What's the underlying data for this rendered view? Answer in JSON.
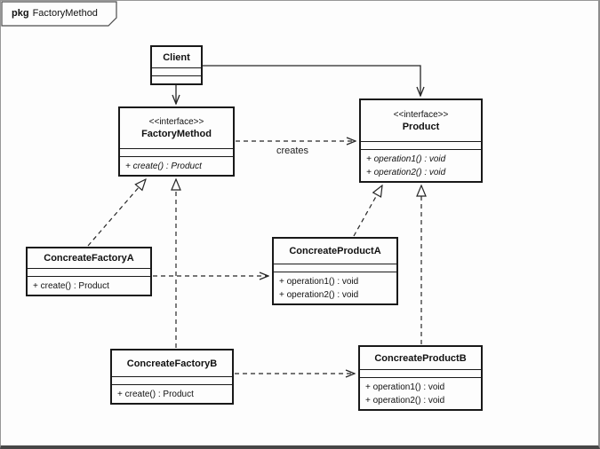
{
  "package": {
    "keyword": "pkg",
    "name": "FactoryMethod"
  },
  "classes": {
    "client": {
      "name": "Client"
    },
    "factory_method": {
      "stereotype": "<<interface>>",
      "name": "FactoryMethod",
      "operations": [
        "+ create() : Product"
      ]
    },
    "product": {
      "stereotype": "<<interface>>",
      "name": "Product",
      "operations": [
        "+ operation1() : void",
        "+ operation2() : void"
      ]
    },
    "concreate_factory_a": {
      "name": "ConcreateFactoryA",
      "operations": [
        "+ create() : Product"
      ]
    },
    "concreate_product_a": {
      "name": "ConcreateProductA",
      "operations": [
        "+ operation1() : void",
        "+ operation2() : void"
      ]
    },
    "concreate_factory_b": {
      "name": "ConcreateFactoryB",
      "operations": [
        "+ create() : Product"
      ]
    },
    "concreate_product_b": {
      "name": "ConcreateProductB",
      "operations": [
        "+ operation1() : void",
        "+ operation2() : void"
      ]
    }
  },
  "relationships": [
    {
      "from": "Client",
      "to": "FactoryMethod",
      "type": "directed-association",
      "label": ""
    },
    {
      "from": "Client",
      "to": "Product",
      "type": "directed-association",
      "label": ""
    },
    {
      "from": "FactoryMethod",
      "to": "Product",
      "type": "dependency",
      "label": "creates"
    },
    {
      "from": "ConcreateFactoryA",
      "to": "FactoryMethod",
      "type": "realization",
      "label": ""
    },
    {
      "from": "ConcreateFactoryB",
      "to": "FactoryMethod",
      "type": "realization",
      "label": ""
    },
    {
      "from": "ConcreateProductA",
      "to": "Product",
      "type": "realization",
      "label": ""
    },
    {
      "from": "ConcreateProductB",
      "to": "Product",
      "type": "realization",
      "label": ""
    },
    {
      "from": "ConcreateFactoryA",
      "to": "ConcreateProductA",
      "type": "dependency",
      "label": ""
    },
    {
      "from": "ConcreateFactoryB",
      "to": "ConcreateProductB",
      "type": "dependency",
      "label": ""
    }
  ],
  "colors": {
    "line": "#262626",
    "box_border": "#191919",
    "background": "#fdfdfd",
    "frame_bottom": "#474747"
  }
}
